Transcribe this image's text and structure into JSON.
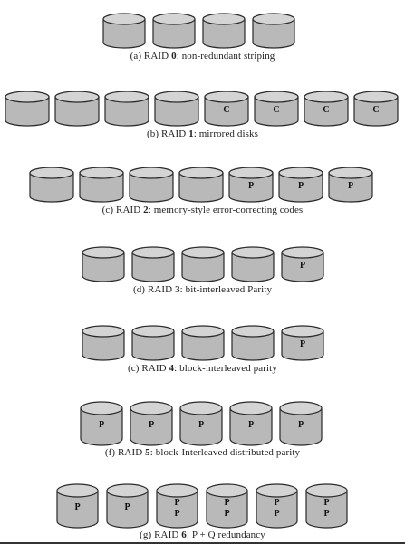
{
  "levels": [
    {
      "prefix": "(a) RAID ",
      "num": "0",
      "suffix": ": non-redundant striping",
      "disks": [
        "",
        "",
        "",
        ""
      ]
    },
    {
      "prefix": "(b) RAID ",
      "num": "1",
      "suffix": ": mirrored disks",
      "disks": [
        "",
        "",
        "",
        "",
        "C",
        "C",
        "C",
        "C"
      ]
    },
    {
      "prefix": "(c) RAID ",
      "num": "2",
      "suffix": ": memory-style error-correcting codes",
      "disks": [
        "",
        "",
        "",
        "",
        "P",
        "P",
        "P"
      ]
    },
    {
      "prefix": "(d) RAID ",
      "num": "3",
      "suffix": ": bit-interleaved Parity",
      "disks": [
        "",
        "",
        "",
        "",
        "P"
      ]
    },
    {
      "prefix": "(c) RAID ",
      "num": "4",
      "suffix": ": block-interleaved parity",
      "disks": [
        "",
        "",
        "",
        "",
        "P"
      ]
    },
    {
      "prefix": "(f) RAID ",
      "num": "5",
      "suffix": ": block-Interleaved distributed parity",
      "disks": [
        "P",
        "P",
        "P",
        "P",
        "P"
      ]
    },
    {
      "prefix": "(g) RAID ",
      "num": "6",
      "suffix": ": P + Q redundancy",
      "disks": [
        "P",
        "P",
        "P|P",
        "P|P",
        "P|P",
        "P|P"
      ]
    }
  ],
  "colors": {
    "disk_body": "#b9b9b9",
    "disk_top": "#d4d4d4",
    "disk_outline": "#2a2a2a"
  }
}
